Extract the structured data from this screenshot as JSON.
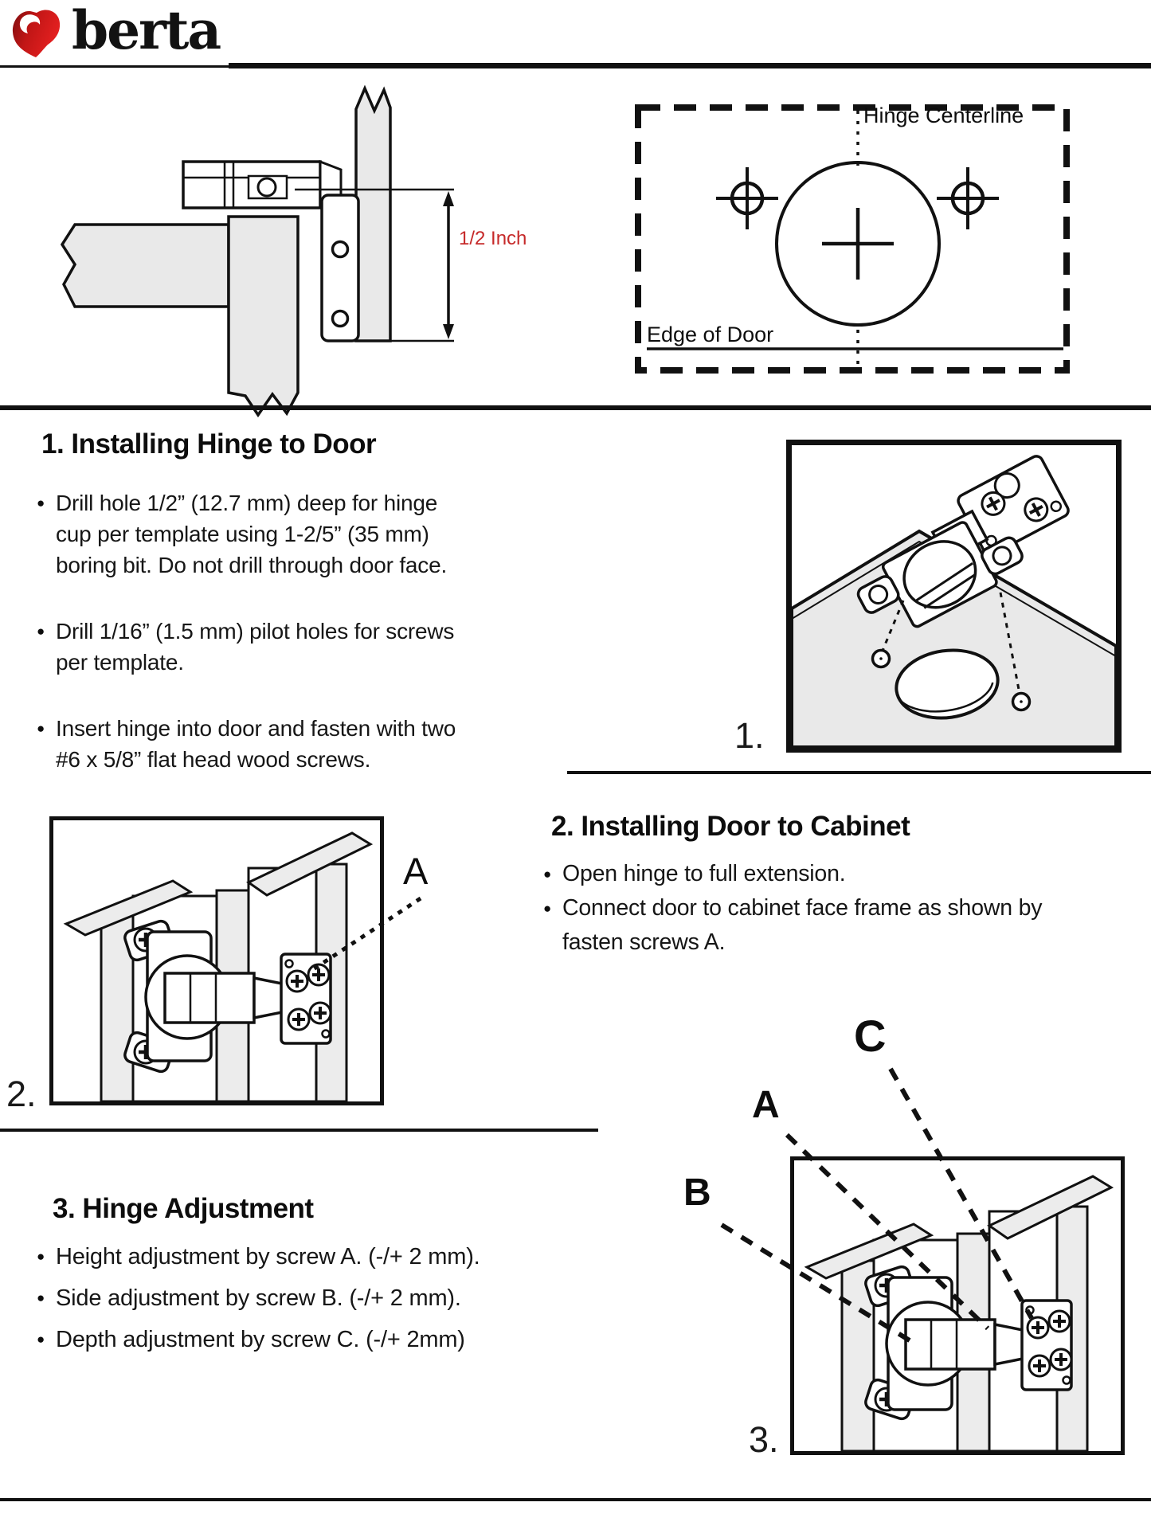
{
  "header": {
    "brand": "berta"
  },
  "diagrams": {
    "cross_section": {
      "dimension": "1/2 Inch"
    },
    "drill_template": {
      "centerline": "Hinge Centerline",
      "edge": "Edge of Door"
    }
  },
  "sections": {
    "s1": {
      "title": "1. Installing Hinge to Door",
      "bullets": [
        "Drill hole 1/2” (12.7 mm) deep for hinge\ncup per template using 1-2/5” (35 mm)\nboring bit. Do not drill through door face.",
        "Drill 1/16” (1.5 mm) pilot holes for screws\nper template.",
        "Insert hinge into door and fasten with two\n#6 x 5/8” flat head wood screws."
      ],
      "figure_label": "1."
    },
    "s2": {
      "title": "2. Installing Door to Cabinet",
      "bullets": [
        "Open hinge to full extension.",
        "Connect door to cabinet face frame as shown by\nfasten screws A."
      ],
      "figure_label": "2.",
      "callout_a": "A"
    },
    "s3": {
      "title": "3. Hinge Adjustment",
      "bullets": [
        "Height adjustment by screw A. (-/+ 2 mm).",
        "Side adjustment by screw B. (-/+ 2 mm).",
        "Depth adjustment by screw C. (-/+ 2mm)"
      ],
      "figure_label": "3.",
      "callout_a": "A",
      "callout_b": "B",
      "callout_c": "C"
    }
  },
  "colors": {
    "accent_red": "#c62a2a",
    "logo_red": "#d21f1f",
    "ink": "#111111"
  }
}
